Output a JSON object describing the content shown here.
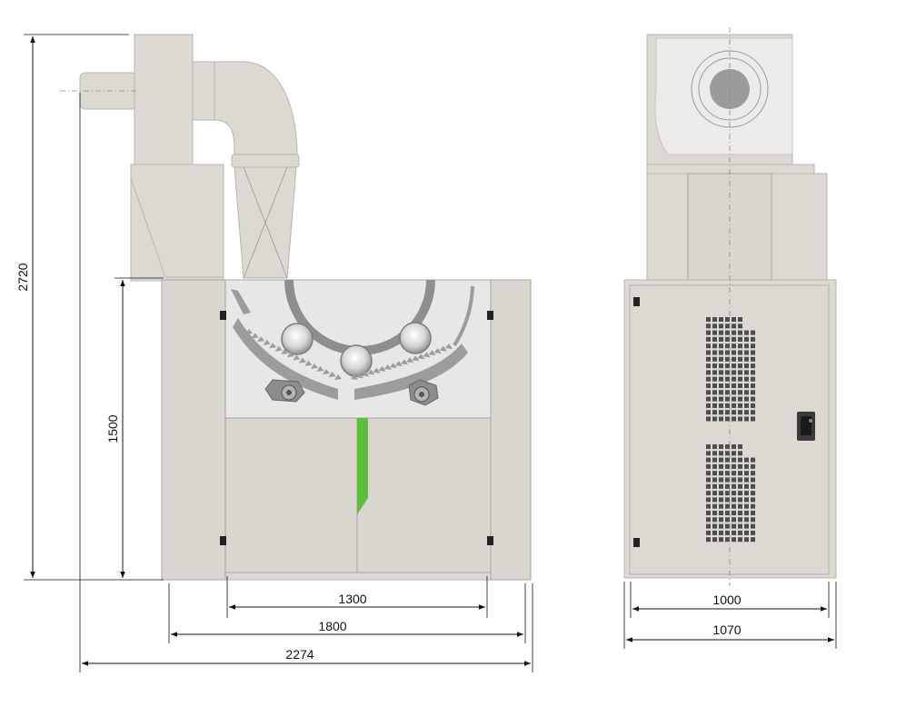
{
  "dimensions": {
    "total_height": "2720",
    "body_height": "1500",
    "inner_width": "1300",
    "body_width": "1800",
    "total_width": "2274",
    "side_inner_depth": "1000",
    "side_total_depth": "1070"
  },
  "colors": {
    "machine": "#dcd8d2",
    "window": "#e7e7e6",
    "accent": "#5bbf3a",
    "vent": "#4d4d4d",
    "mechanism": "#9c9c9c"
  },
  "icons": [
    "roller-icon",
    "latch-icon",
    "handle-icon",
    "vent-grid-icon"
  ]
}
